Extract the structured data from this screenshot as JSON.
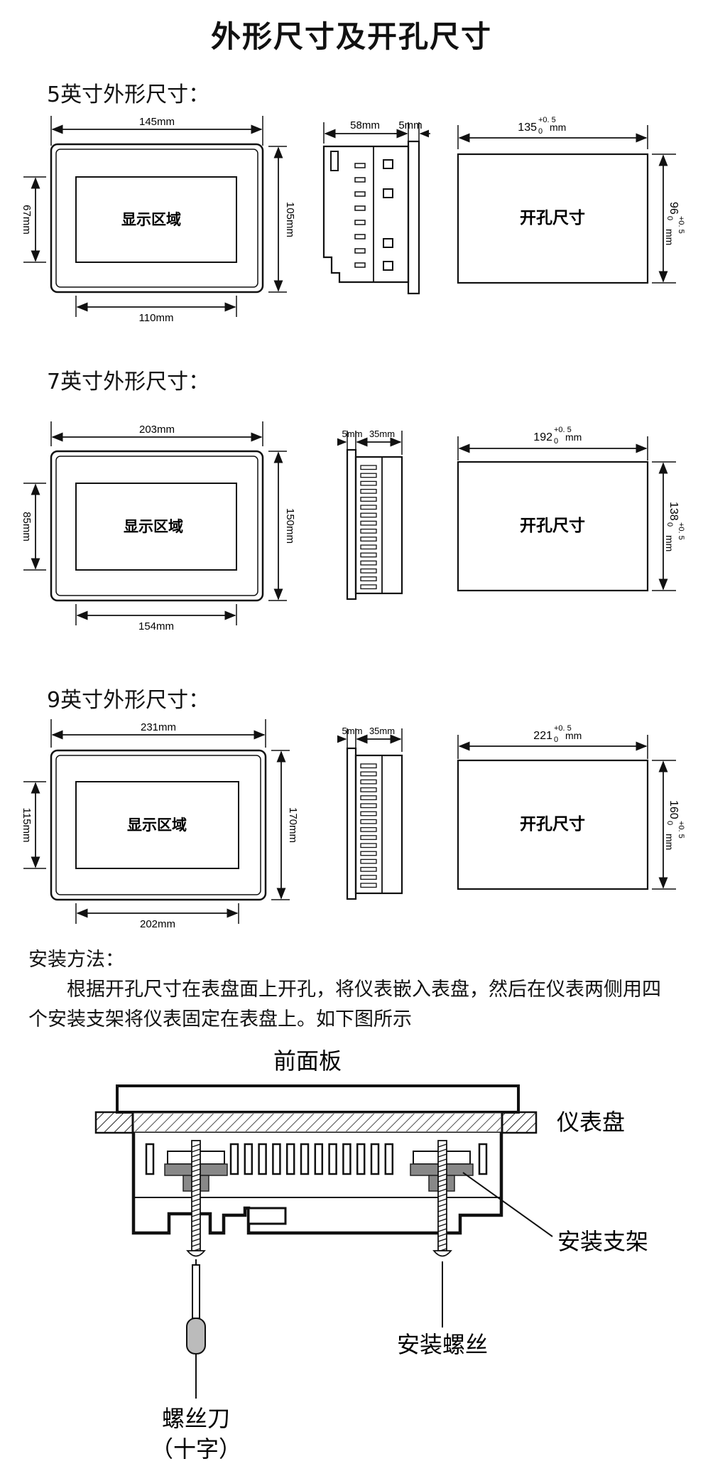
{
  "title": "外形尺寸及开孔尺寸",
  "sections": [
    {
      "heading": "5英寸外形尺寸：",
      "front": {
        "width": "145mm",
        "height": "105mm",
        "display_width": "110mm",
        "display_height": "67mm",
        "display_label": "显示区域"
      },
      "side": {
        "body_depth": "58mm",
        "bezel_depth": "5mm"
      },
      "cutout": {
        "label": "开孔尺寸",
        "width": "135",
        "width_unit": "mm",
        "height": "96",
        "height_unit": "mm",
        "tol_plus": "+0. 5",
        "tol_minus": "0"
      }
    },
    {
      "heading": "7英寸外形尺寸：",
      "front": {
        "width": "203mm",
        "height": "150mm",
        "display_width": "154mm",
        "display_height": "85mm",
        "display_label": "显示区域"
      },
      "side": {
        "body_depth": "35mm",
        "bezel_depth": "5mm"
      },
      "cutout": {
        "label": "开孔尺寸",
        "width": "192",
        "width_unit": "mm",
        "height": "138",
        "height_unit": "mm",
        "tol_plus": "+0. 5",
        "tol_minus": "0"
      }
    },
    {
      "heading": "9英寸外形尺寸：",
      "front": {
        "width": "231mm",
        "height": "170mm",
        "display_width": "202mm",
        "display_height": "115mm",
        "display_label": "显示区域"
      },
      "side": {
        "body_depth": "35mm",
        "bezel_depth": "5mm"
      },
      "cutout": {
        "label": "开孔尺寸",
        "width": "221",
        "width_unit": "mm",
        "height": "160",
        "height_unit": "mm",
        "tol_plus": "+0. 5",
        "tol_minus": "0"
      }
    }
  ],
  "install": {
    "heading": "安装方法：",
    "line1": "根据开孔尺寸在表盘面上开孔，将仪表嵌入表盘，然后在仪表两侧用四",
    "line2": "个安装支架将仪表固定在表盘上。如下图所示",
    "labels": {
      "front_panel": "前面板",
      "meter_panel": "仪表盘",
      "bracket": "安装支架",
      "screw": "安装螺丝",
      "screwdriver": "螺丝刀",
      "screwdriver_type": "（十字）"
    }
  }
}
